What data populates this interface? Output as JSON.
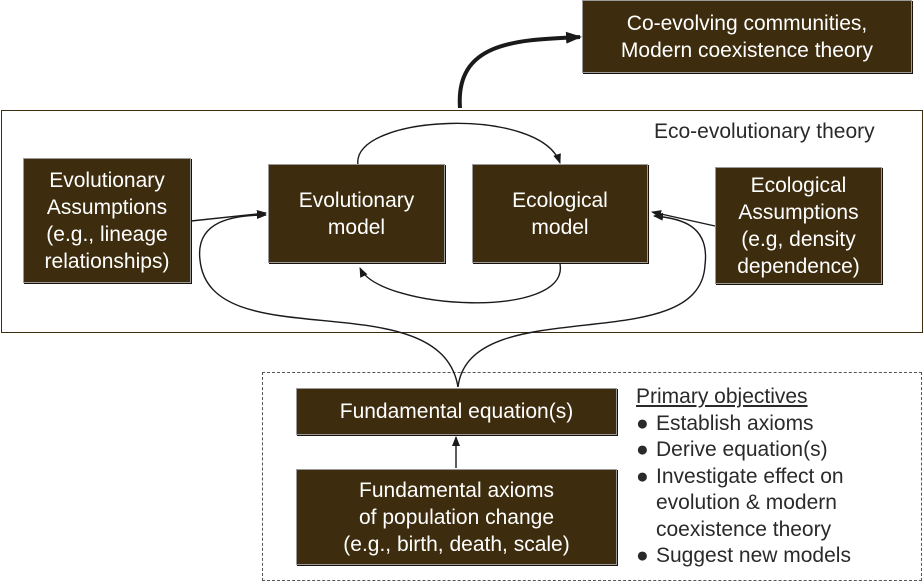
{
  "top_box": {
    "lines": [
      "Co-evolving communities,",
      "Modern coexistence theory"
    ]
  },
  "frame_title": "Eco-evolutionary theory",
  "evo_assumptions": {
    "lines": [
      "Evolutionary",
      "Assumptions",
      "(e.g., lineage",
      "relationships)"
    ]
  },
  "evo_model": {
    "lines": [
      "Evolutionary",
      "model"
    ]
  },
  "eco_model": {
    "lines": [
      "Ecological",
      "model"
    ]
  },
  "eco_assumptions": {
    "lines": [
      "Ecological",
      "Assumptions",
      "(e.g, density",
      "dependence)"
    ]
  },
  "fundamental_eq": {
    "lines": [
      "Fundamental equation(s)"
    ]
  },
  "axioms": {
    "lines": [
      "Fundamental axioms",
      "of population change",
      "(e.g., birth, death, scale)"
    ]
  },
  "objectives": {
    "heading": "Primary objectives",
    "bullet": "●",
    "items": [
      [
        "Establish axioms"
      ],
      [
        "Derive equation(s)"
      ],
      [
        "Investigate effect on",
        "evolution & modern",
        "coexistence theory"
      ],
      [
        "Suggest new models"
      ]
    ]
  },
  "colors": {
    "box_fill": "#3d2c0d",
    "box_text": "#ffffff",
    "arrow": "#1a1a1a",
    "frame": "#3d2c0d"
  }
}
